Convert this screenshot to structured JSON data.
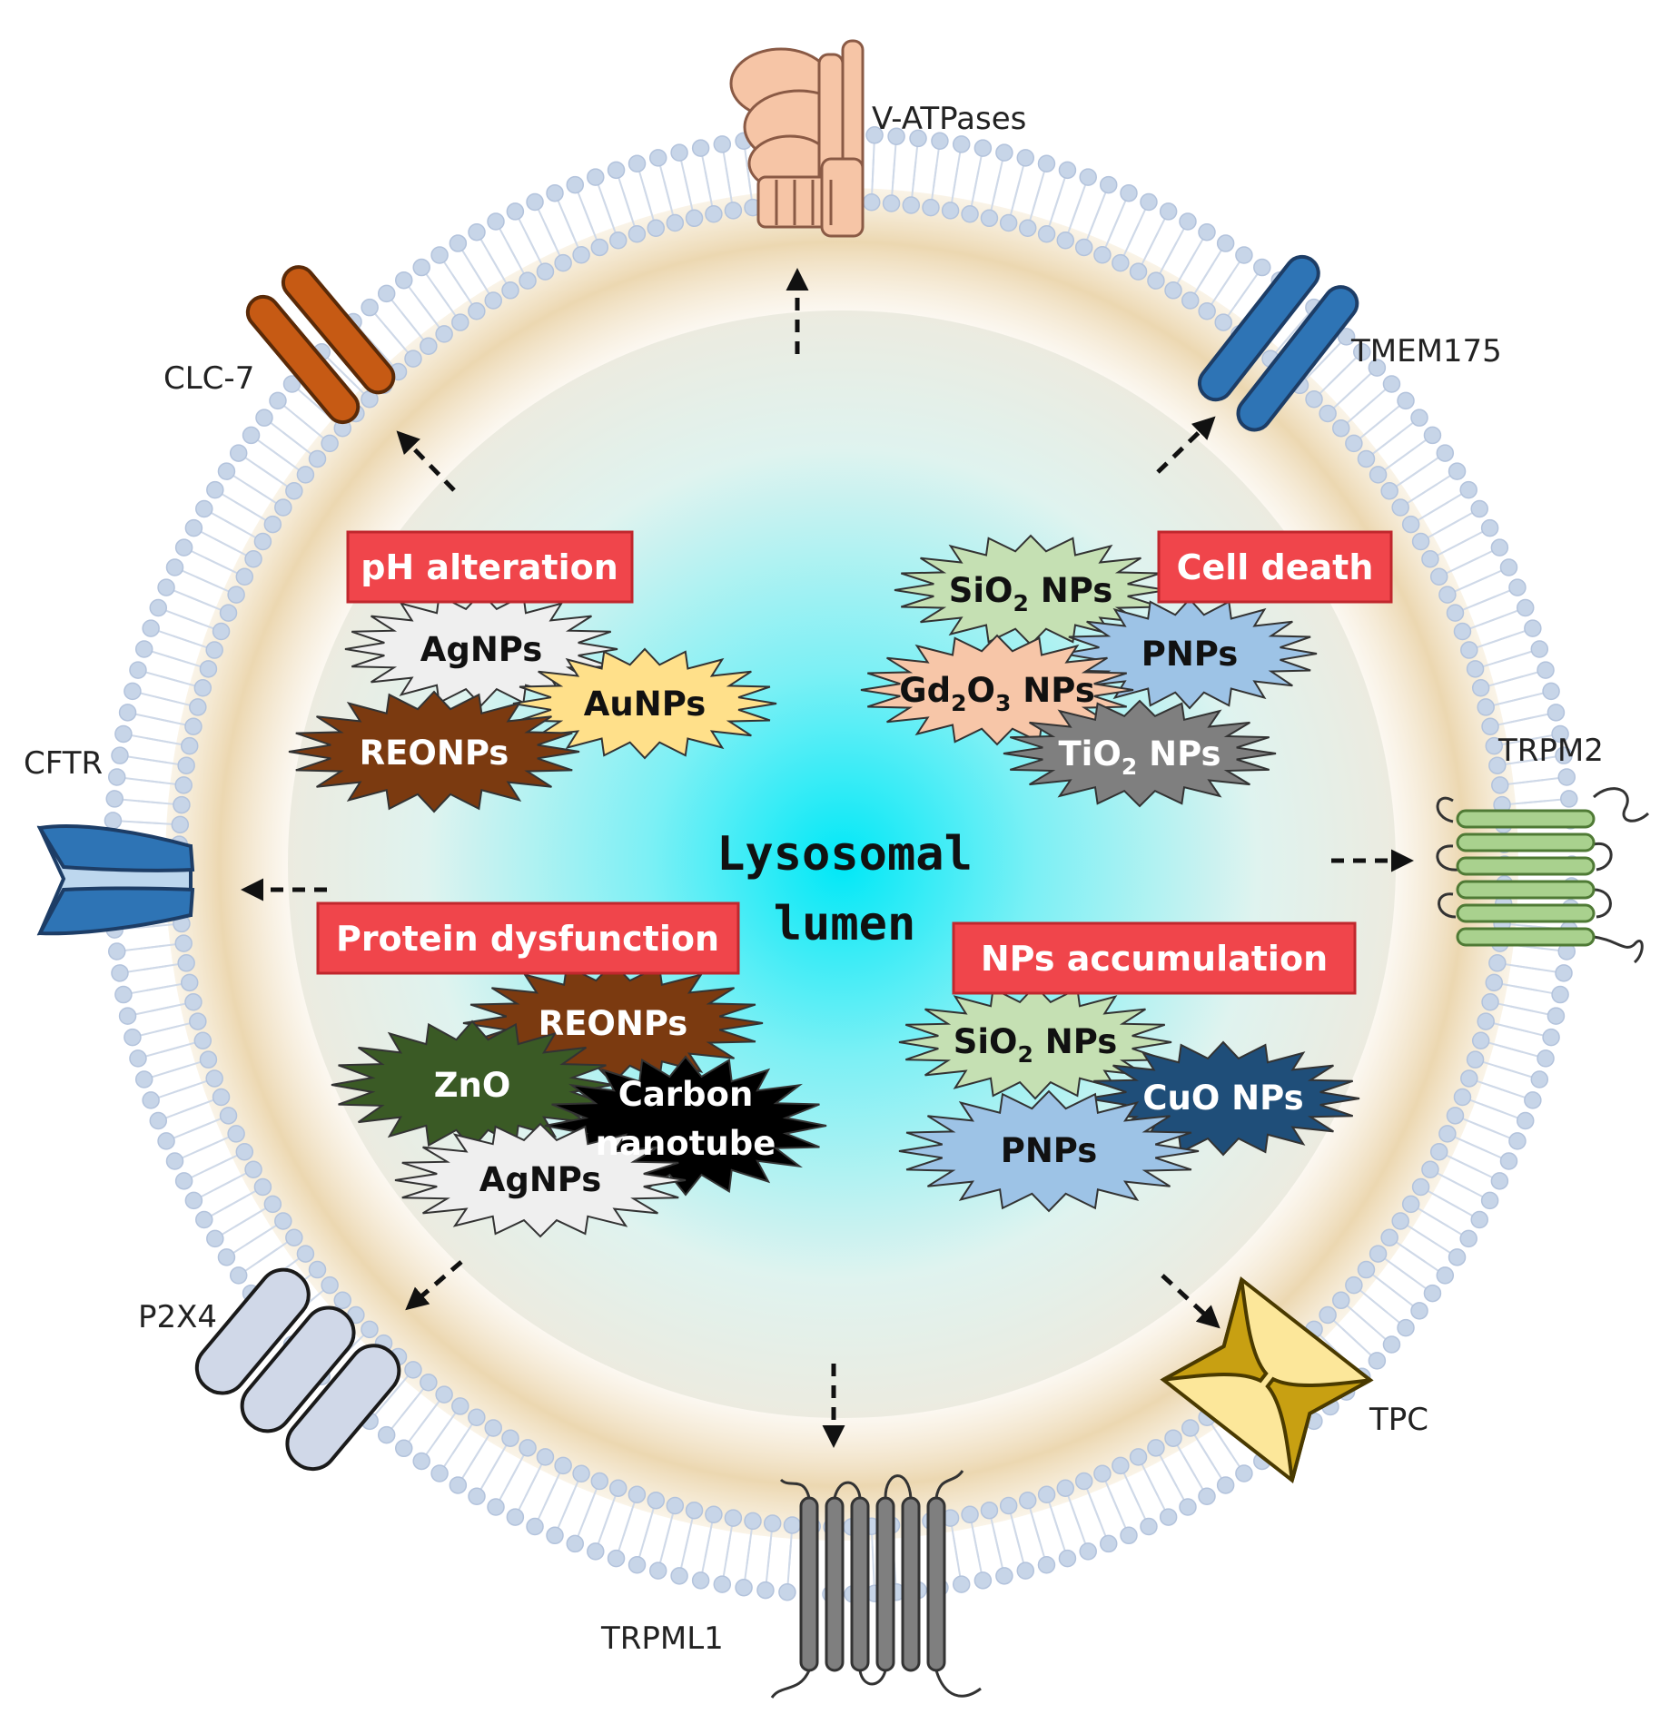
{
  "lumen": {
    "line1": "Lysosomal",
    "line2": "lumen"
  },
  "channels": {
    "vatpases": "V-ATPases",
    "tmem175": "TMEM175",
    "clc7": "CLC-7",
    "cftr": "CFTR",
    "trpm2": "TRPM2",
    "p2x4": "P2X4",
    "tpc": "TPC",
    "trpml1": "TRPML1"
  },
  "categories": {
    "ph": "pH alteration",
    "celldeath": "Cell death",
    "protein": "Protein dysfunction",
    "accum": "NPs accumulation"
  },
  "nps": {
    "ph_agnps": "AgNPs",
    "ph_aunps": "AuNPs",
    "ph_reonps": "REONPs",
    "cd_sio2_a": "SiO",
    "cd_sio2_sub": "2",
    "cd_sio2_b": " NPs",
    "cd_pnps": "PNPs",
    "cd_gd2o3_a": "Gd",
    "cd_gd2o3_sub1": "2",
    "cd_gd2o3_b": "O",
    "cd_gd2o3_sub2": "3",
    "cd_gd2o3_c": " NPs",
    "cd_tio2_a": "TiO",
    "cd_tio2_sub": "2",
    "cd_tio2_b": " NPs",
    "pd_reonps": "REONPs",
    "pd_zno": "ZnO",
    "pd_carbon1": "Carbon",
    "pd_carbon2": "nanotube",
    "pd_agnps": "AgNPs",
    "ac_sio2_a": "SiO",
    "ac_sio2_sub": "2",
    "ac_sio2_b": " NPs",
    "ac_cuo": "CuO NPs",
    "ac_pnps": "PNPs"
  },
  "colors": {
    "category_box": "#f0454b",
    "lumen_center": "#00e5f5",
    "membrane_head": "#c7d5e8",
    "agnps": "#efefef",
    "aunps": "#ffe08a",
    "reonps": "#7b3a10",
    "sio2": "#c5e0b3",
    "pnps": "#9dc3e6",
    "gd2o3": "#f7c6a8",
    "tio2": "#7f7f7f",
    "zno": "#3a5a25",
    "carbon_nanotube": "#000000",
    "cuo": "#1f4e79"
  }
}
